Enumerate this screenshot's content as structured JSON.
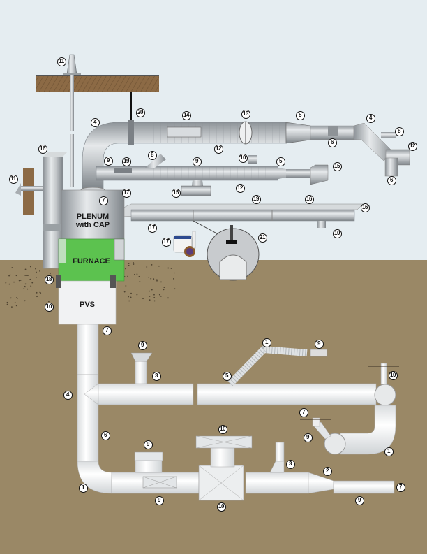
{
  "diagram": {
    "title": "",
    "colors": {
      "sky": "#e5edf1",
      "ground": "#9a8866",
      "ceiling_wood": "#8c6a45",
      "furnace_green": "#5cc24f",
      "metal_duct": "#b9bec2",
      "pvc_duct": "#eef0f1"
    },
    "units": [
      {
        "id": "plenum",
        "label_line1": "PLENUM",
        "label_line2": "with CAP"
      },
      {
        "id": "furnace",
        "label_line1": "FURNACE"
      },
      {
        "id": "pvs",
        "label_line1": "PVS"
      }
    ],
    "callouts": [
      {
        "n": "11",
        "near": "roof-vent-stack"
      },
      {
        "n": "20",
        "near": "duct-hanger"
      },
      {
        "n": "14",
        "near": "rectangular-takeoff"
      },
      {
        "n": "13",
        "near": "damper"
      },
      {
        "n": "5",
        "near": "reducer-upper"
      },
      {
        "n": "4",
        "near": "elbow-upper-right"
      },
      {
        "n": "8",
        "near": "wye-branch-upper-right"
      },
      {
        "n": "12",
        "near": "tee-upper-right"
      },
      {
        "n": "6",
        "near": "collar-upper"
      },
      {
        "n": "6",
        "near": "end-cap-upper-right"
      },
      {
        "n": "4",
        "near": "elbow-upper-left"
      },
      {
        "n": "12",
        "near": "spiral-pipe-upper"
      },
      {
        "n": "16",
        "near": "wall-vent-hood"
      },
      {
        "n": "11",
        "near": "wall-vent"
      },
      {
        "n": "9",
        "near": "branch-start"
      },
      {
        "n": "19",
        "near": "access-door"
      },
      {
        "n": "8",
        "near": "wye-branch"
      },
      {
        "n": "9",
        "near": "tee-branch"
      },
      {
        "n": "10",
        "near": "saddle-tap"
      },
      {
        "n": "5",
        "near": "reducer-mid"
      },
      {
        "n": "15",
        "near": "boot-right"
      },
      {
        "n": "15",
        "near": "boot-ceiling"
      },
      {
        "n": "12",
        "near": "spiral-pipe-mid"
      },
      {
        "n": "17",
        "near": "plenum-sealant"
      },
      {
        "n": "7",
        "near": "plenum-collar"
      },
      {
        "n": "19",
        "near": "rect-duct-access"
      },
      {
        "n": "16",
        "near": "rect-duct"
      },
      {
        "n": "16",
        "near": "rect-duct-end"
      },
      {
        "n": "17",
        "near": "rect-duct-cleat"
      },
      {
        "n": "10",
        "near": "rect-duct-tap"
      },
      {
        "n": "17",
        "near": "mastic-sealant"
      },
      {
        "n": "21",
        "near": "detail-circle"
      },
      {
        "n": "18",
        "near": "furnace-flex-connector"
      },
      {
        "n": "10",
        "near": "pvs-base"
      },
      {
        "n": "7",
        "near": "pvs-outlet"
      },
      {
        "n": "9",
        "near": "floor-register"
      },
      {
        "n": "3",
        "near": "register-riser"
      },
      {
        "n": "1",
        "near": "flex-elbow"
      },
      {
        "n": "9",
        "near": "flex-end-register"
      },
      {
        "n": "5",
        "near": "flex-branch"
      },
      {
        "n": "4",
        "near": "pvc-tee"
      },
      {
        "n": "10",
        "near": "vertical-riser-right"
      },
      {
        "n": "7",
        "near": "underground-branch"
      },
      {
        "n": "9",
        "near": "underground-register"
      },
      {
        "n": "1",
        "near": "pvc-elbow-right"
      },
      {
        "n": "6",
        "near": "pvc-vertical-run"
      },
      {
        "n": "9",
        "near": "box-register-left"
      },
      {
        "n": "10",
        "near": "box-top"
      },
      {
        "n": "3",
        "near": "riser-small"
      },
      {
        "n": "2",
        "near": "pvc-reducer"
      },
      {
        "n": "1",
        "near": "pvc-elbow-left"
      },
      {
        "n": "9",
        "near": "inline-register"
      },
      {
        "n": "10",
        "near": "box-junction"
      },
      {
        "n": "9",
        "near": "pvc-end-run"
      },
      {
        "n": "7",
        "near": "pvc-end-cap"
      }
    ]
  }
}
